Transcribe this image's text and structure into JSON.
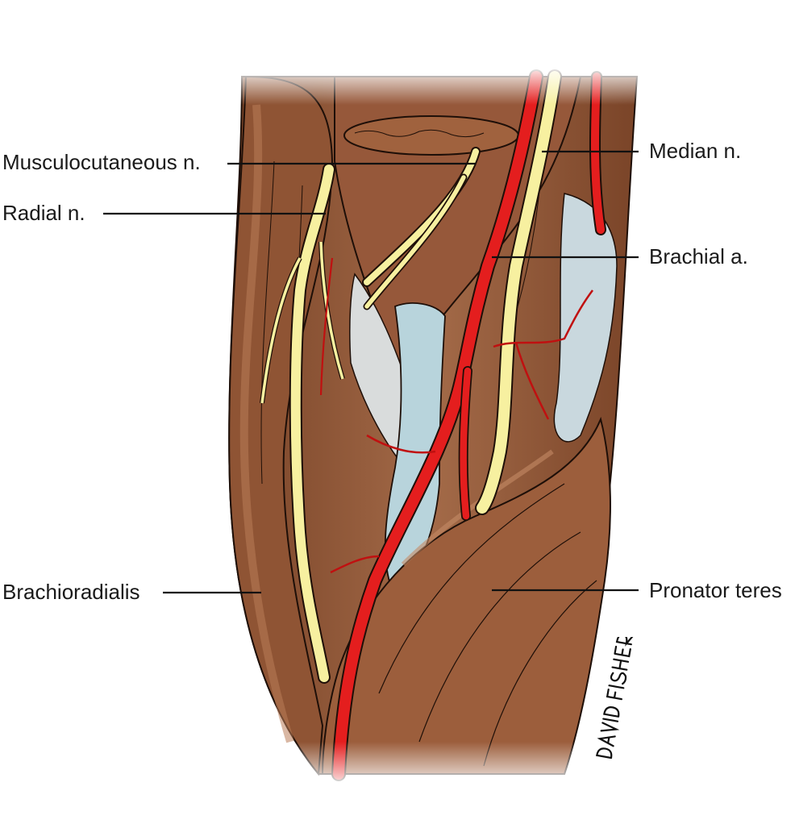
{
  "labels": {
    "musculocutaneous": "Musculocutaneous n.",
    "radial": "Radial n.",
    "median": "Median n.",
    "brachial": "Brachial a.",
    "brachioradialis": "Brachioradialis",
    "pronator": "Pronator teres"
  },
  "signature": "DAVID FISHER",
  "colors": {
    "muscle": "#8f5434",
    "muscle_dark": "#6e3e24",
    "muscle_light": "#b97c58",
    "nerve": "#f7f0a0",
    "artery": "#e41e1e",
    "tendon": "#b8d4dc",
    "fascia": "#d9dcdc",
    "outline": "#1e0f08"
  }
}
